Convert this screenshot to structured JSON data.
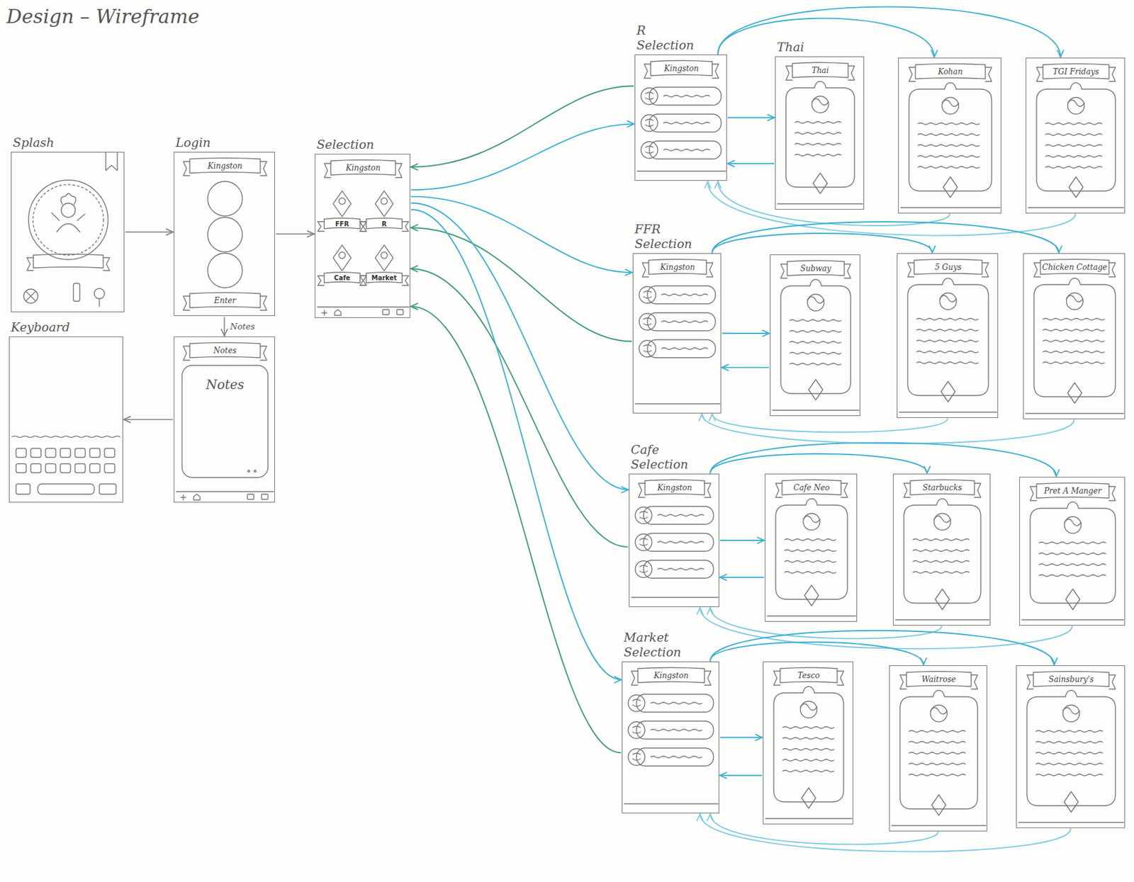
{
  "diagram": {
    "title": "Design – Wireframe",
    "nodes": [
      {
        "text": [
          "Splash"
        ]
      },
      {
        "text": [
          "Login",
          "Kingston",
          "Enter"
        ]
      },
      {
        "text": [
          "Selection",
          "Kingston",
          "FFR",
          "R",
          "Cafe",
          "Market"
        ]
      },
      {
        "text": [
          "Keyboard"
        ]
      },
      {
        "text": [
          "Notes",
          "Notes"
        ]
      },
      {
        "text": [
          "R Selection",
          "Kingston"
        ]
      },
      {
        "text": [
          "Thai",
          "Thai"
        ]
      },
      {
        "text": [
          "Kohan"
        ]
      },
      {
        "text": [
          "TGI Fridays"
        ]
      },
      {
        "text": [
          "FFR Selection",
          "Kingston"
        ]
      },
      {
        "text": [
          "Subway"
        ]
      },
      {
        "text": [
          "5 Guys"
        ]
      },
      {
        "text": [
          "Chicken Cottage"
        ]
      },
      {
        "text": [
          "Cafe Selection",
          "Kingston"
        ]
      },
      {
        "text": [
          "Cafe Neo"
        ]
      },
      {
        "text": [
          "Starbucks"
        ]
      },
      {
        "text": [
          "Pret A Manger"
        ]
      },
      {
        "text": [
          "Market Selection",
          "Kingston"
        ]
      },
      {
        "text": [
          "Tesco"
        ]
      },
      {
        "text": [
          "Waitrose"
        ]
      },
      {
        "text": [
          "Sainsbury's"
        ]
      }
    ],
    "edges": [
      {
        "from": 0,
        "to": 1,
        "arrow": "to"
      },
      {
        "from": 1,
        "to": 2,
        "arrow": "to"
      },
      {
        "from": 1,
        "to": 4,
        "label": "Notes",
        "arrow": "to"
      },
      {
        "from": 4,
        "to": 3,
        "arrow": "to"
      },
      {
        "from": 2,
        "to": 5,
        "arrow": "to"
      },
      {
        "from": 5,
        "to": 2,
        "arrow": "to"
      },
      {
        "from": 2,
        "to": 9,
        "arrow": "to"
      },
      {
        "from": 9,
        "to": 2,
        "arrow": "to"
      },
      {
        "from": 2,
        "to": 13,
        "arrow": "to"
      },
      {
        "from": 13,
        "to": 2,
        "arrow": "to"
      },
      {
        "from": 2,
        "to": 17,
        "arrow": "to"
      },
      {
        "from": 17,
        "to": 2,
        "arrow": "to"
      },
      {
        "from": 5,
        "to": 6,
        "arrow": "to"
      },
      {
        "from": 6,
        "to": 5,
        "arrow": "to"
      },
      {
        "from": 5,
        "to": 7,
        "arrow": "to"
      },
      {
        "from": 5,
        "to": 8,
        "arrow": "to"
      },
      {
        "from": 7,
        "to": 5,
        "arrow": "to"
      },
      {
        "from": 8,
        "to": 5,
        "arrow": "to"
      },
      {
        "from": 9,
        "to": 10,
        "arrow": "to"
      },
      {
        "from": 10,
        "to": 9,
        "arrow": "to"
      },
      {
        "from": 9,
        "to": 11,
        "arrow": "to"
      },
      {
        "from": 9,
        "to": 12,
        "arrow": "to"
      },
      {
        "from": 11,
        "to": 9,
        "arrow": "to"
      },
      {
        "from": 12,
        "to": 9,
        "arrow": "to"
      },
      {
        "from": 13,
        "to": 14,
        "arrow": "to"
      },
      {
        "from": 14,
        "to": 13,
        "arrow": "to"
      },
      {
        "from": 13,
        "to": 15,
        "arrow": "to"
      },
      {
        "from": 13,
        "to": 16,
        "arrow": "to"
      },
      {
        "from": 15,
        "to": 13,
        "arrow": "to"
      },
      {
        "from": 16,
        "to": 13,
        "arrow": "to"
      },
      {
        "from": 17,
        "to": 18,
        "arrow": "to"
      },
      {
        "from": 18,
        "to": 17,
        "arrow": "to"
      },
      {
        "from": 17,
        "to": 19,
        "arrow": "to"
      },
      {
        "from": 17,
        "to": 20,
        "arrow": "to"
      },
      {
        "from": 19,
        "to": 17,
        "arrow": "to"
      },
      {
        "from": 20,
        "to": 17,
        "arrow": "to"
      }
    ]
  }
}
